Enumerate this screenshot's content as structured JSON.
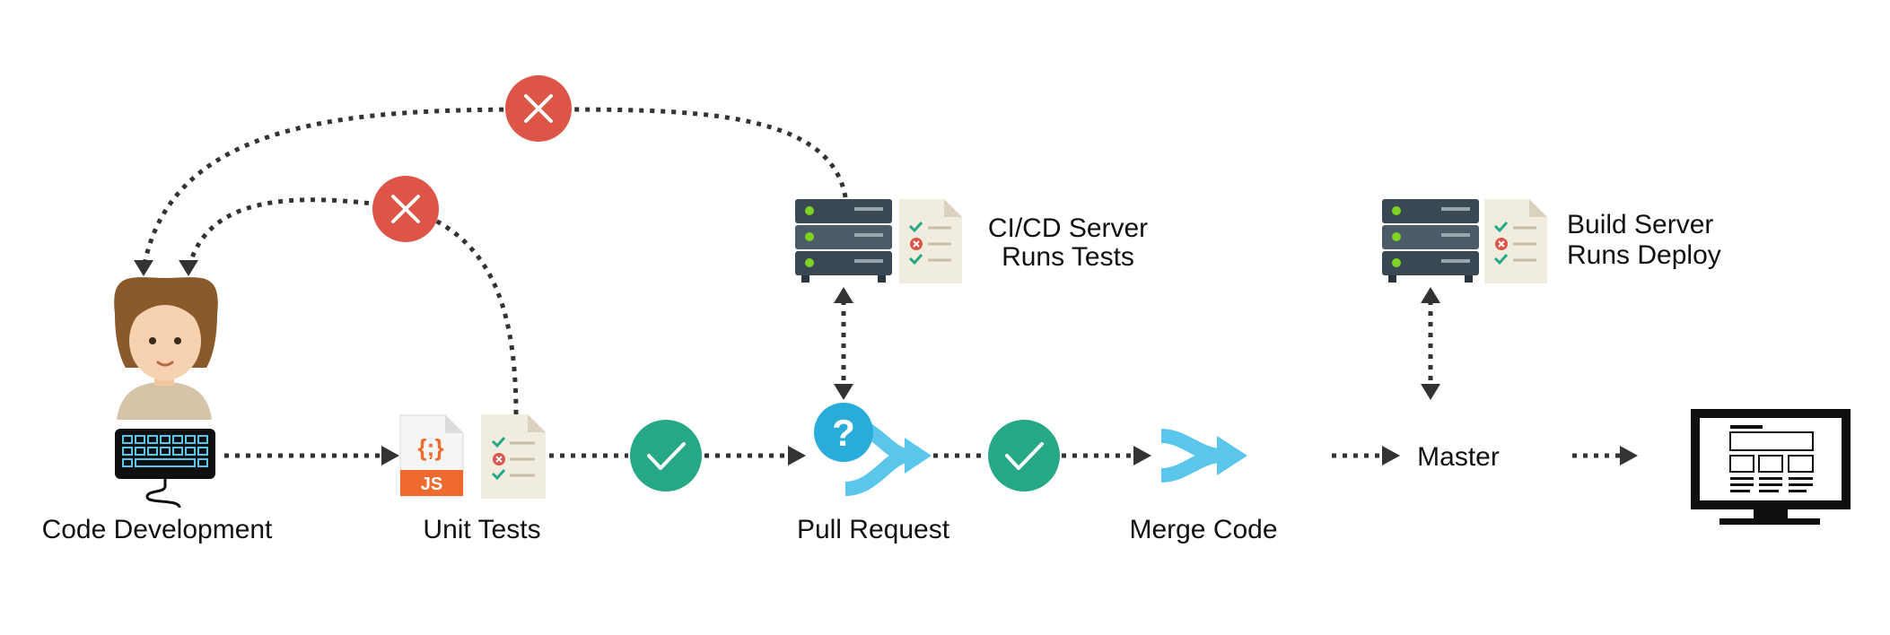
{
  "labels": {
    "code_development": "Code Development",
    "unit_tests": "Unit Tests",
    "pull_request": "Pull Request",
    "merge_code": "Merge Code",
    "master": "Master",
    "ci_server_line1": "CI/CD Server",
    "ci_server_line2": "Runs Tests",
    "build_server_line1": "Build Server",
    "build_server_line2": "Runs Deploy"
  },
  "icons": {
    "js_badge_text": "JS",
    "js_braces_text": "{;}",
    "question_mark": "?"
  },
  "colors": {
    "fail": "#dd5547",
    "success": "#26a886",
    "merge_arrow": "#5ac6ec",
    "question": "#29acd9",
    "server": "#3a4853",
    "server_led": "#7ed321",
    "doc": "#f0ece0",
    "js_file": "#ee6a2f",
    "connector": "#333333"
  }
}
